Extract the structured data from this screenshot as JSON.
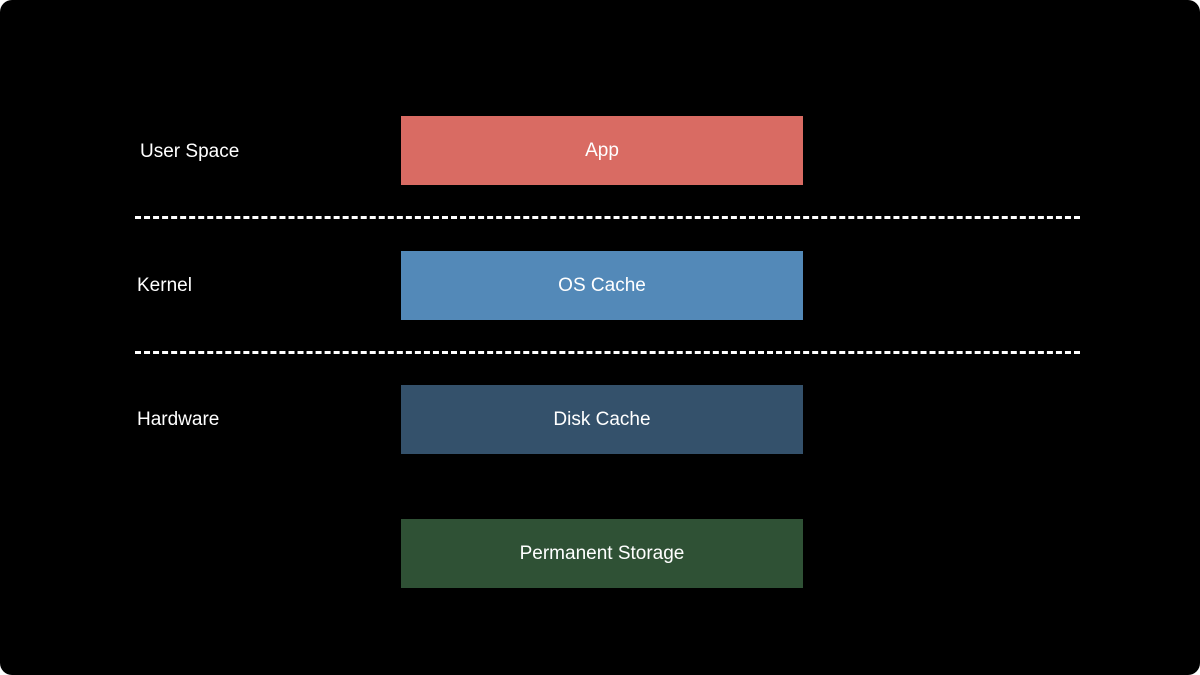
{
  "layers": {
    "user_space": "User Space",
    "kernel": "Kernel",
    "hardware": "Hardware"
  },
  "blocks": [
    {
      "label": "App",
      "color": "#d96b63"
    },
    {
      "label": "OS Cache",
      "color": "#5389b8"
    },
    {
      "label": "Disk Cache",
      "color": "#34516b"
    },
    {
      "label": "Permanent Storage",
      "color": "#2f5135"
    }
  ],
  "colors": {
    "background": "#000000",
    "divider": "#ffffff",
    "text": "#ffffff"
  }
}
